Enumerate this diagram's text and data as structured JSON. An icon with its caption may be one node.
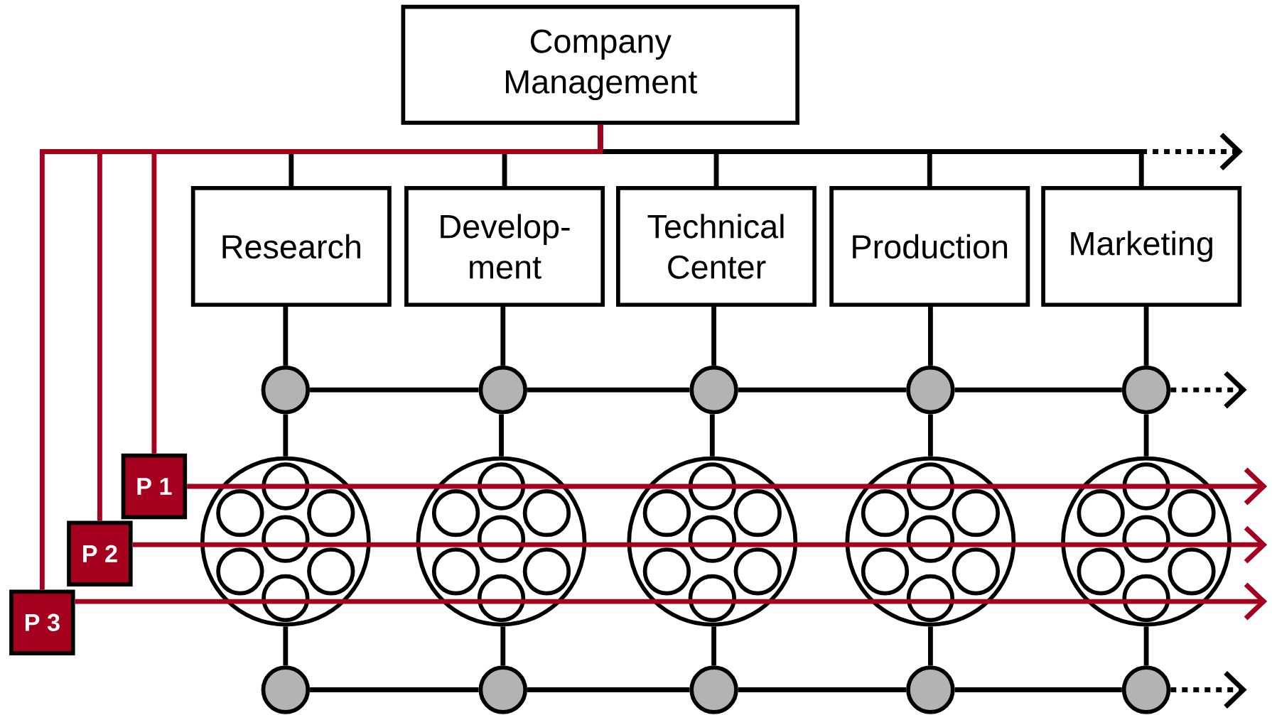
{
  "diagram": {
    "nodes": [
      {
        "text": [
          "Company Management"
        ]
      },
      {
        "text": [
          "Research"
        ]
      },
      {
        "text": [
          "Develop- ment"
        ]
      },
      {
        "text": [
          "Technical Center"
        ]
      },
      {
        "text": [
          "Production"
        ]
      },
      {
        "text": [
          "Marketing"
        ]
      },
      {
        "text": [],
        "shape": "circle"
      },
      {
        "text": [],
        "shape": "circle"
      },
      {
        "text": [],
        "shape": "circle"
      },
      {
        "text": [],
        "shape": "circle"
      },
      {
        "text": [],
        "shape": "circle"
      },
      {
        "text": [],
        "shape": "circle"
      },
      {
        "text": [],
        "shape": "circle"
      },
      {
        "text": [],
        "shape": "circle"
      },
      {
        "text": [],
        "shape": "circle"
      },
      {
        "text": [],
        "shape": "circle"
      },
      {
        "text": [],
        "shape": "circle"
      },
      {
        "text": [],
        "shape": "circle"
      },
      {
        "text": [],
        "shape": "circle"
      },
      {
        "text": [],
        "shape": "circle"
      },
      {
        "text": [],
        "shape": "circle"
      },
      {
        "text": [
          "P 1"
        ]
      },
      {
        "text": [
          "P 2"
        ]
      },
      {
        "text": [
          "P 3"
        ]
      }
    ],
    "edges": [
      {
        "from": 0,
        "to": 1,
        "arrow": "none"
      },
      {
        "from": 0,
        "to": 2,
        "arrow": "none"
      },
      {
        "from": 0,
        "to": 3,
        "arrow": "none"
      },
      {
        "from": 0,
        "to": 4,
        "arrow": "none"
      },
      {
        "from": 0,
        "to": 5,
        "arrow": "none"
      },
      {
        "from": 0,
        "to": null,
        "arrow": "to",
        "style": "dashed"
      },
      {
        "from": 1,
        "to": 6,
        "arrow": "none"
      },
      {
        "from": 2,
        "to": 7,
        "arrow": "none"
      },
      {
        "from": 3,
        "to": 8,
        "arrow": "none"
      },
      {
        "from": 4,
        "to": 9,
        "arrow": "none"
      },
      {
        "from": 5,
        "to": 10,
        "arrow": "none"
      },
      {
        "from": 6,
        "to": 7,
        "arrow": "none"
      },
      {
        "from": 7,
        "to": 8,
        "arrow": "none"
      },
      {
        "from": 8,
        "to": 9,
        "arrow": "none"
      },
      {
        "from": 9,
        "to": 10,
        "arrow": "none"
      },
      {
        "from": 10,
        "to": null,
        "arrow": "to",
        "style": "dashed"
      },
      {
        "from": 6,
        "to": 11,
        "arrow": "none"
      },
      {
        "from": 7,
        "to": 12,
        "arrow": "none"
      },
      {
        "from": 8,
        "to": 13,
        "arrow": "none"
      },
      {
        "from": 9,
        "to": 14,
        "arrow": "none"
      },
      {
        "from": 10,
        "to": 15,
        "arrow": "none"
      },
      {
        "from": 11,
        "to": 16,
        "arrow": "none"
      },
      {
        "from": 12,
        "to": 17,
        "arrow": "none"
      },
      {
        "from": 13,
        "to": 18,
        "arrow": "none"
      },
      {
        "from": 14,
        "to": 19,
        "arrow": "none"
      },
      {
        "from": 15,
        "to": 20,
        "arrow": "none"
      },
      {
        "from": 16,
        "to": 17,
        "arrow": "none"
      },
      {
        "from": 17,
        "to": 18,
        "arrow": "none"
      },
      {
        "from": 18,
        "to": 19,
        "arrow": "none"
      },
      {
        "from": 19,
        "to": 20,
        "arrow": "none"
      },
      {
        "from": 20,
        "to": null,
        "arrow": "to",
        "style": "dashed"
      },
      {
        "from": 0,
        "to": 21,
        "arrow": "none",
        "color": "#a6001f"
      },
      {
        "from": 0,
        "to": 22,
        "arrow": "none",
        "color": "#a6001f"
      },
      {
        "from": 0,
        "to": 23,
        "arrow": "none",
        "color": "#a6001f"
      },
      {
        "from": 21,
        "to": null,
        "arrow": "to",
        "color": "#a6001f"
      },
      {
        "from": 22,
        "to": null,
        "arrow": "to",
        "color": "#a6001f"
      },
      {
        "from": 23,
        "to": null,
        "arrow": "to",
        "color": "#a6001f"
      }
    ]
  }
}
